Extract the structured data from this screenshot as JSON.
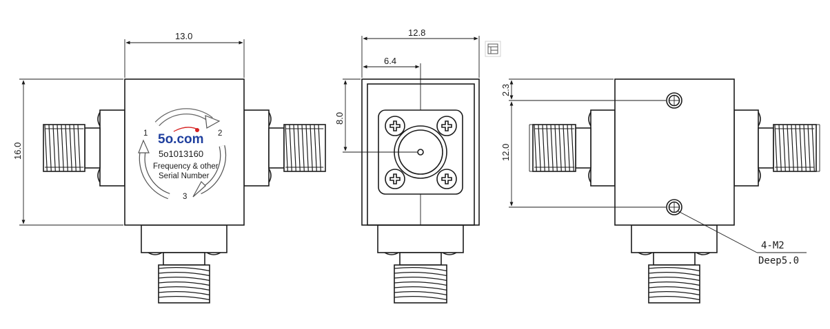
{
  "front_view": {
    "width_dim": "13.0",
    "height_dim": "16.0",
    "ports": [
      "1",
      "2",
      "3"
    ],
    "logo": "5o.com",
    "serial": "5o1013160",
    "note_line1": "Frequency & other",
    "note_line2": "Serial Number"
  },
  "side_view": {
    "width_dim": "12.8",
    "half_width_dim": "6.4",
    "height_dim": "8.0"
  },
  "top_view": {
    "offset_dim": "2.3",
    "spacing_dim": "12.0",
    "hole_note_line1": "4-M2",
    "hole_note_line2": "Deep5.0"
  },
  "colors": {
    "line": "#1a1a1a",
    "logo_blue": "#1f3f9e",
    "logo_dot": "#d62020",
    "arrow_gray": "#555555"
  }
}
